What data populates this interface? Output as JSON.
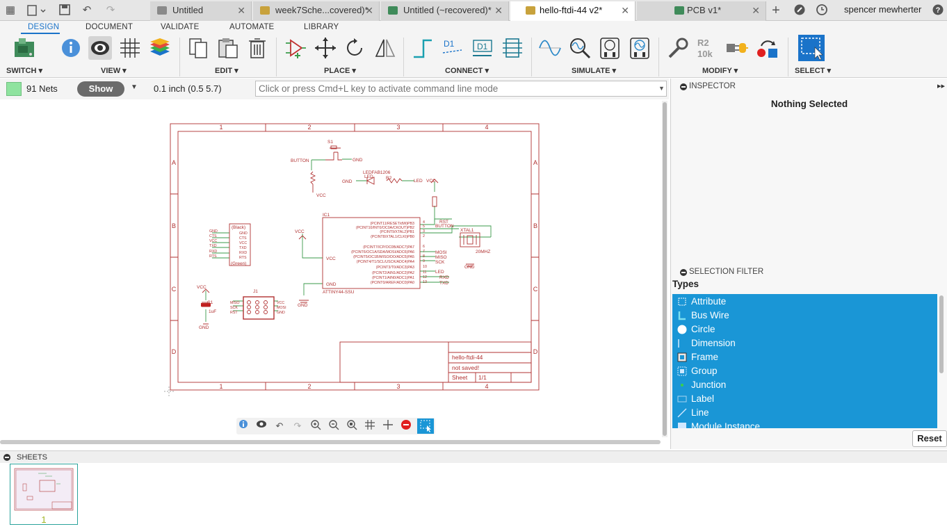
{
  "tabbar": {
    "tabs": [
      {
        "label": "Untitled",
        "icon": "cube-icon",
        "color": "#7a7a7a",
        "active": false
      },
      {
        "label": "week7Sche...covered)*",
        "icon": "schematic-doc-icon",
        "color": "#c8a23c",
        "active": false
      },
      {
        "label": "Untitled (~recovered)*",
        "icon": "pcb-doc-icon",
        "color": "#3f8b5a",
        "active": false
      },
      {
        "label": "hello-ftdi-44 v2*",
        "icon": "schematic-doc-icon",
        "color": "#c8a23c",
        "active": true
      },
      {
        "label": "PCB v1*",
        "icon": "pcb-doc-icon",
        "color": "#3f8b5a",
        "active": false
      }
    ],
    "close_glyph": "✕",
    "user": "spencer mewherter"
  },
  "ribbon": {
    "tabs": [
      "DESIGN",
      "DOCUMENT",
      "VALIDATE",
      "AUTOMATE",
      "LIBRARY"
    ],
    "active_tab": "DESIGN",
    "groups": [
      "SWITCH ▾",
      "VIEW ▾",
      "EDIT ▾",
      "PLACE ▾",
      "CONNECT ▾",
      "SIMULATE ▾",
      "MODIFY ▾",
      "SELECT ▾"
    ],
    "accent": "#1a73c9"
  },
  "cmdrow": {
    "nets_label": "91 Nets",
    "show_label": "Show",
    "grid_label": "0.1 inch (0.5 5.7)",
    "command_placeholder": "Click or press Cmd+L key to activate command line mode"
  },
  "schematic": {
    "col_labels": [
      "1",
      "2",
      "3",
      "4"
    ],
    "row_labels": [
      "A",
      "B",
      "C",
      "D"
    ],
    "title_block": {
      "title": "hello-ftdi-44",
      "status": "not saved!",
      "sheet_label": "Sheet",
      "sheet_value": "1/1"
    },
    "parts": {
      "s1": "S1",
      "button_net": "BUTTON",
      "gnd": "GND",
      "vcc": "VCC",
      "led_part": "LEDFAB1206",
      "led_ref": "LED",
      "r2": "R2",
      "led_net": "LED",
      "ic1": "IC1",
      "ic1_value": "ATTINY44-SSU",
      "rst": "RST",
      "xtal": "XTAL1",
      "xtal_freq": "20MHZ",
      "mosi": "MOSI",
      "miso": "MISO",
      "sck": "SCK",
      "rxd": "RXD",
      "txd": "TXD",
      "ftdi_black": "(Black)",
      "ftdi_green": "(Green)",
      "j1": "J1",
      "c1": "C1",
      "c1_value": "1uF",
      "ftdi_pins": [
        "GND",
        "CTS",
        "VCC",
        "TXD",
        "RXD",
        "RTS"
      ],
      "ftdi_nets": [
        "GND",
        "CTS",
        "VCC",
        "TXD",
        "RXD",
        "RTS"
      ],
      "isp_left": [
        "MISO",
        "SCK",
        "RST"
      ],
      "isp_right": [
        "VCC",
        "MOSI",
        "GND"
      ],
      "ic_left_pins": [
        "(PCINT11/RESET/dW)PB3",
        "(PCINT10/INT0/OC0A/CKOUT)PB2",
        "(PCINT9/XTAL2)PB1",
        "(PCINT8/XTAL1/CLKI)PB0",
        "(PCINT7/ICP/OC0B/ADC7)PA7",
        "(PCINT6/OC1A/SDA/MOSI/ADC6)PA6",
        "(PCINT5/OC1B/MISO/DO/ADC5)PA5",
        "(PCINT4/T1/SCL/USCK/ADC4)PA4",
        "(PCINT3/T0/ADC3)PA3",
        "(PCINT2/AIN1/ADC2)PA2",
        "(PCINT1/AIN0/ADC1)PA1",
        "(PCINT0/AREF/ADC0)PA0"
      ],
      "ic_pin_numbers": [
        "4",
        "5",
        "3",
        "2",
        "6",
        "7",
        "8",
        "9",
        "10",
        "11",
        "12",
        "13"
      ],
      "ic_power": [
        "VCC",
        "GND"
      ]
    }
  },
  "inspector": {
    "title": "INSPECTOR",
    "empty_text": "Nothing Selected"
  },
  "selection_filter": {
    "title": "SELECTION FILTER",
    "types_label": "Types",
    "items": [
      {
        "label": "Attribute",
        "icon": "attribute-icon"
      },
      {
        "label": "Bus Wire",
        "icon": "bus-wire-icon"
      },
      {
        "label": "Circle",
        "icon": "circle-icon"
      },
      {
        "label": "Dimension",
        "icon": "dimension-icon"
      },
      {
        "label": "Frame",
        "icon": "frame-icon"
      },
      {
        "label": "Group",
        "icon": "group-icon"
      },
      {
        "label": "Junction",
        "icon": "junction-icon"
      },
      {
        "label": "Label",
        "icon": "label-icon"
      },
      {
        "label": "Line",
        "icon": "line-icon"
      },
      {
        "label": "Module Instance",
        "icon": "module-instance-icon"
      }
    ],
    "reset_label": "Reset",
    "highlight": "#1a96d6"
  },
  "sheets": {
    "title": "SHEETS",
    "items": [
      {
        "number": "1"
      }
    ]
  }
}
